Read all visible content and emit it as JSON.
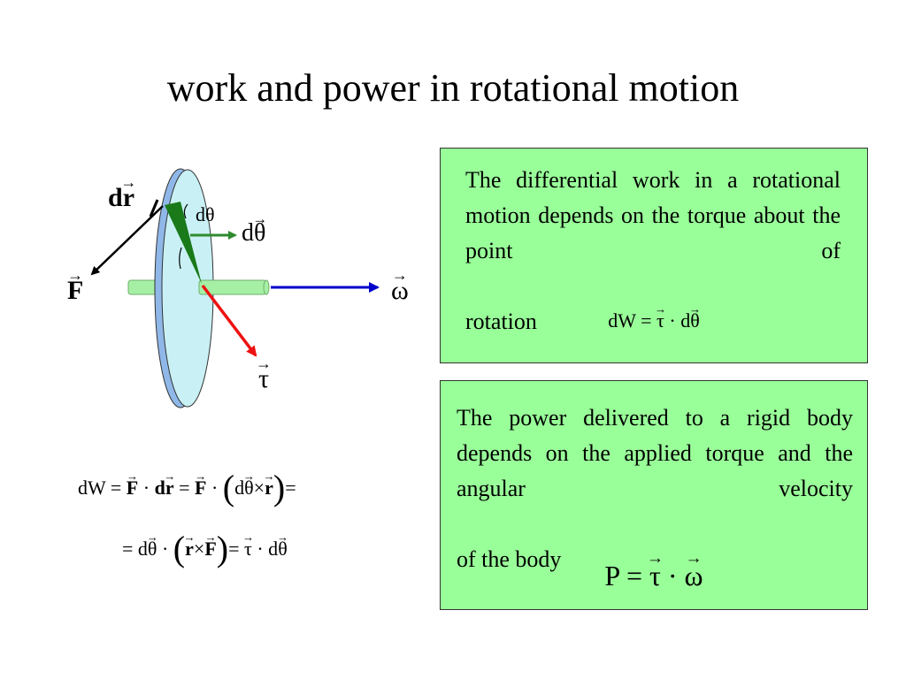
{
  "title": "work and power in rotational motion",
  "diagram": {
    "labels": {
      "dr": "dr",
      "dtheta_arc": "dθ",
      "dtheta_vec": "dθ",
      "F": "F",
      "omega": "ω",
      "tau": "τ"
    },
    "colors": {
      "disk_fill": "#c9f1f5",
      "disk_edge": "#8fb8e8",
      "axle": "#a6f0a6",
      "omega_arrow": "#0000cc",
      "tau_arrow": "#ee1111",
      "dtheta_arrow": "#2e8b2e",
      "wedge": "#1a7a1a"
    }
  },
  "box1": {
    "text_main": "The differential work in a rotational motion depends on the torque about the point of",
    "text_last": "rotation",
    "formula": {
      "lhs": "dW",
      "eq": " = ",
      "tau": "τ",
      "dot": " · d",
      "theta": "θ"
    }
  },
  "box2": {
    "text_main": "The power delivered to a rigid body depends on the applied torque and the angular velocity",
    "text_last": "of the body",
    "formula": {
      "lhs": "P",
      "eq": " = ",
      "tau": "τ",
      "dot": " · ",
      "omega": "ω"
    }
  },
  "equations": {
    "line1": {
      "lhs": "dW",
      "eq1": " = ",
      "F": "F",
      "dot1": " · ",
      "d": "d",
      "r": "r",
      "eq2": " =  ",
      "F2": "F",
      "dot2": " · ",
      "lparen": "(",
      "d2": "d",
      "theta": "θ",
      "times": "×",
      "r2": "r",
      "rparen": ")",
      "eq3": "="
    },
    "line2": {
      "eq0": "= d",
      "theta": "θ",
      "dot1": " · ",
      "lparen": "(",
      "r": "r",
      "times": "×",
      "F": "F",
      "rparen": ")",
      "eq1": "= ",
      "tau": "τ",
      "dot2": " · d",
      "theta2": "θ"
    }
  }
}
